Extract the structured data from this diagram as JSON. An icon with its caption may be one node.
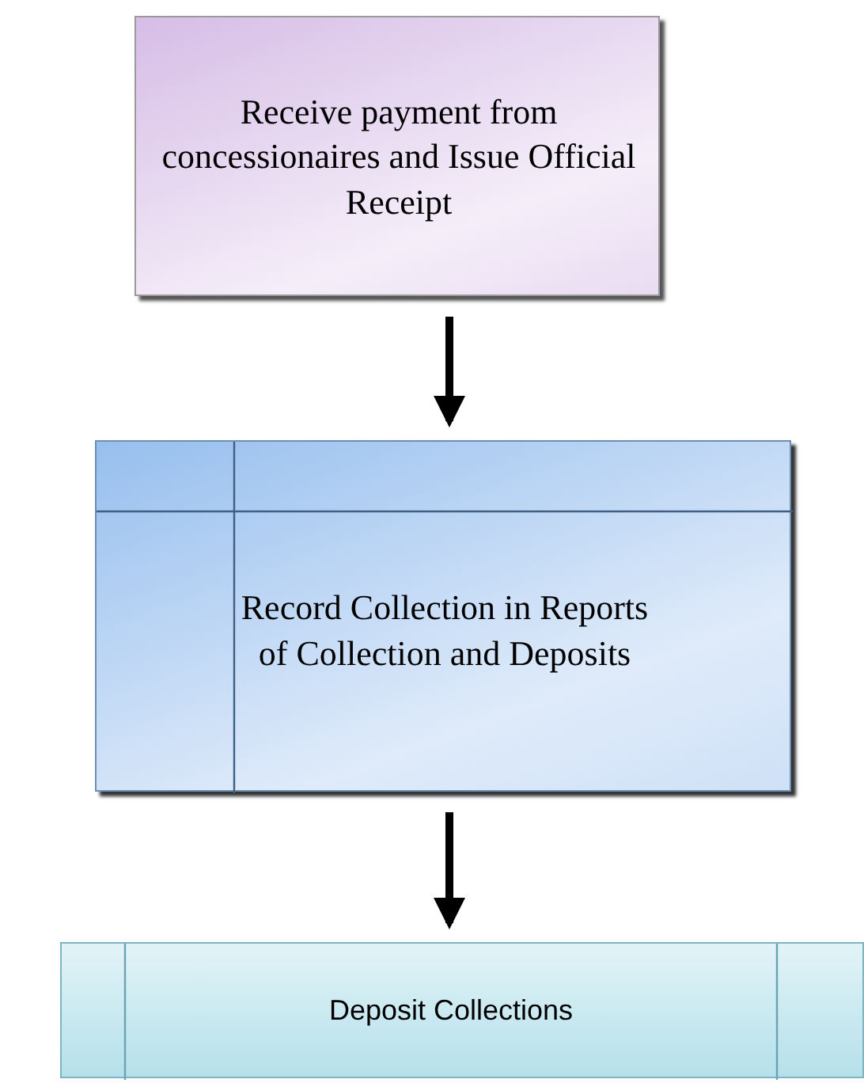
{
  "diagram": {
    "nodes": [
      {
        "text": [
          "Receive payment from concessionaires and Issue Official Receipt"
        ]
      },
      {
        "text": [
          "Record Collection in Reports of Collection and Deposits"
        ]
      },
      {
        "text": [
          "Deposit Collections"
        ]
      }
    ],
    "edges": [
      {
        "from": 0,
        "to": 1,
        "arrow": "to"
      },
      {
        "from": 1,
        "to": 2,
        "arrow": "to"
      }
    ]
  }
}
